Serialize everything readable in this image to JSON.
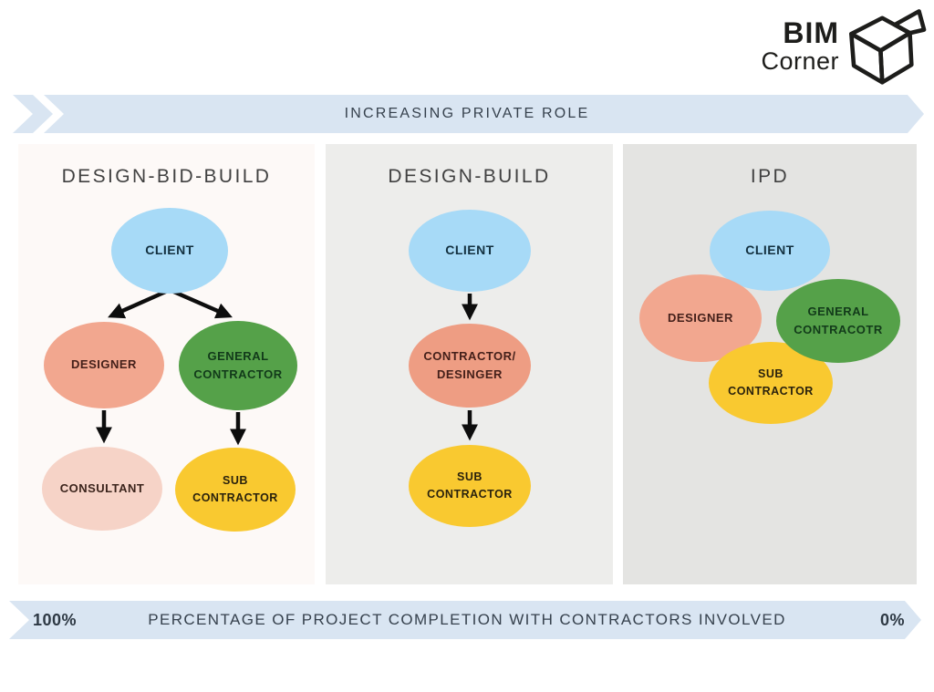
{
  "logo": {
    "line1": "BIM",
    "line2": "Corner",
    "icon": "open-box-icon"
  },
  "top_banner": {
    "label": "INCREASING PRIVATE ROLE"
  },
  "bottom_banner": {
    "left_value": "100%",
    "label": "PERCENTAGE OF PROJECT COMPLETION WITH CONTRACTORS INVOLVED",
    "right_value": "0%"
  },
  "panels": [
    {
      "title": "DESIGN-BID-BUILD",
      "nodes": [
        {
          "role": "client",
          "label": "CLIENT",
          "color": "#a7daf7"
        },
        {
          "role": "designer",
          "label": "DESIGNER",
          "color": "#f2a78f"
        },
        {
          "role": "general-contractor",
          "label": "GENERAL CONTRACTOR",
          "color": "#55a149"
        },
        {
          "role": "consultant",
          "label": "CONSULTANT",
          "color": "#f6d3c7"
        },
        {
          "role": "sub-contractor",
          "label": "SUB CONTRACTOR",
          "color": "#f9c930"
        }
      ],
      "edges": [
        "client -> designer",
        "client -> general-contractor",
        "designer -> consultant",
        "general-contractor -> sub-contractor"
      ]
    },
    {
      "title": "DESIGN-BUILD",
      "nodes": [
        {
          "role": "client",
          "label": "CLIENT",
          "color": "#a7daf7"
        },
        {
          "role": "contractor-designer",
          "label": "CONTRACTOR/ DESINGER",
          "color": "#ee9d83"
        },
        {
          "role": "sub-contractor",
          "label": "SUB CONTRACTOR",
          "color": "#f9c930"
        }
      ],
      "edges": [
        "client -> contractor-designer",
        "contractor-designer -> sub-contractor"
      ]
    },
    {
      "title": "IPD",
      "nodes": [
        {
          "role": "client",
          "label": "CLIENT",
          "color": "#a7daf7"
        },
        {
          "role": "designer",
          "label": "DESIGNER",
          "color": "#f2a78f"
        },
        {
          "role": "general-contractor",
          "label": "GENERAL CONTRACOTR",
          "color": "#55a149"
        },
        {
          "role": "sub-contractor",
          "label": "SUB CONTRACTOR",
          "color": "#f9c930"
        }
      ],
      "edges": []
    }
  ],
  "colors": {
    "banner": "#d9e5f2",
    "panel1_bg": "#fdf9f7",
    "panel2_bg": "#ededeb",
    "panel3_bg": "#e4e4e2",
    "client_blue": "#a7daf7",
    "designer_salmon": "#f2a78f",
    "contractor_green": "#55a149",
    "subcontractor_yellow": "#f9c930",
    "consultant_pink": "#f6d3c7",
    "arrow_black": "#0d0d0d"
  }
}
